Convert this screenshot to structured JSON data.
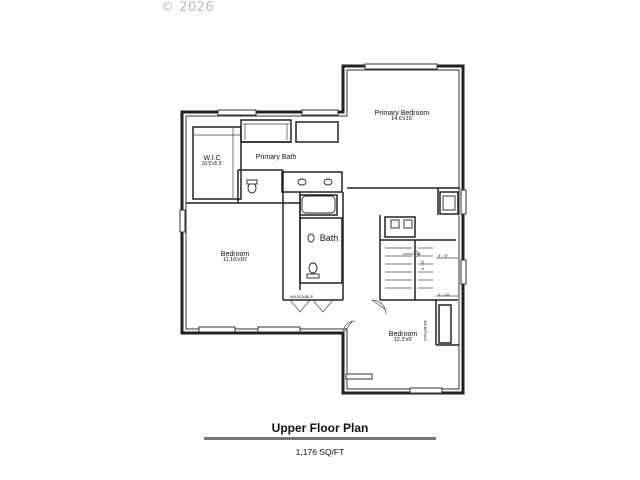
{
  "copyright": "© 2026",
  "rooms": {
    "primary_bedroom": {
      "name": "Primary Bedroom",
      "size": "14.6'x15'"
    },
    "wic": {
      "name": "W.I.C",
      "size": "10.5'x5.5'"
    },
    "primary_bath": {
      "name": "Primary Bath"
    },
    "bath": {
      "name": "Bath"
    },
    "bedroom_left": {
      "name": "Bedroom",
      "size": "11.10'x16'"
    },
    "bedroom_right": {
      "name": "Bedroom",
      "size": "12.2'x9'"
    }
  },
  "annotations": {
    "bifold_left": "4/8 DOUBLE",
    "bifold_right": "3/8 BIFOLD",
    "stair_dim_1": "3' - 8\"",
    "stair_dim_2": "2' - 10\"",
    "stair_dim_3": "6' - 6\""
  },
  "footer": {
    "title": "Upper Floor Plan",
    "area": "1,176 SQ/FT"
  }
}
